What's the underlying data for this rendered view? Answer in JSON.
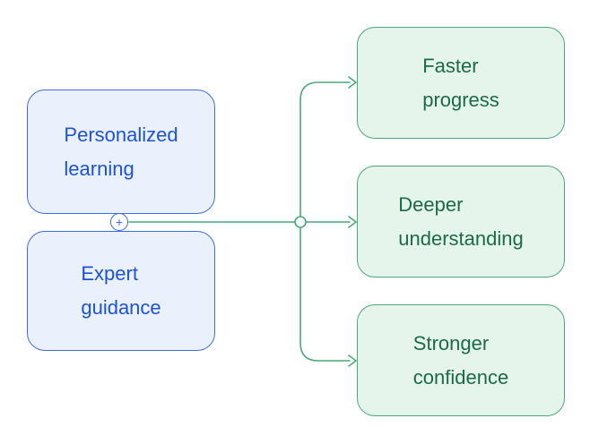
{
  "diagram": {
    "inputs": [
      {
        "label": "Personalized learning",
        "lines": [
          "Personalized",
          "learning"
        ]
      },
      {
        "label": "Expert guidance",
        "lines": [
          "Expert",
          "guidance"
        ]
      }
    ],
    "outputs": [
      {
        "label": "Faster progress",
        "lines": [
          "Faster",
          "progress"
        ]
      },
      {
        "label": "Deeper understanding",
        "lines": [
          "Deeper",
          "understanding"
        ]
      },
      {
        "label": "Stronger confidence",
        "lines": [
          "Stronger",
          "confidence"
        ]
      }
    ],
    "junction": {
      "symbol": "+"
    },
    "colors": {
      "blue_border": "#3d6eea",
      "blue_fill": "#eaf1fd",
      "blue_text": "#1d53d8",
      "green_border": "#4aa97a",
      "green_fill": "#e6f5ec",
      "green_text": "#1a6b46",
      "connector": "#4aa97a"
    }
  }
}
